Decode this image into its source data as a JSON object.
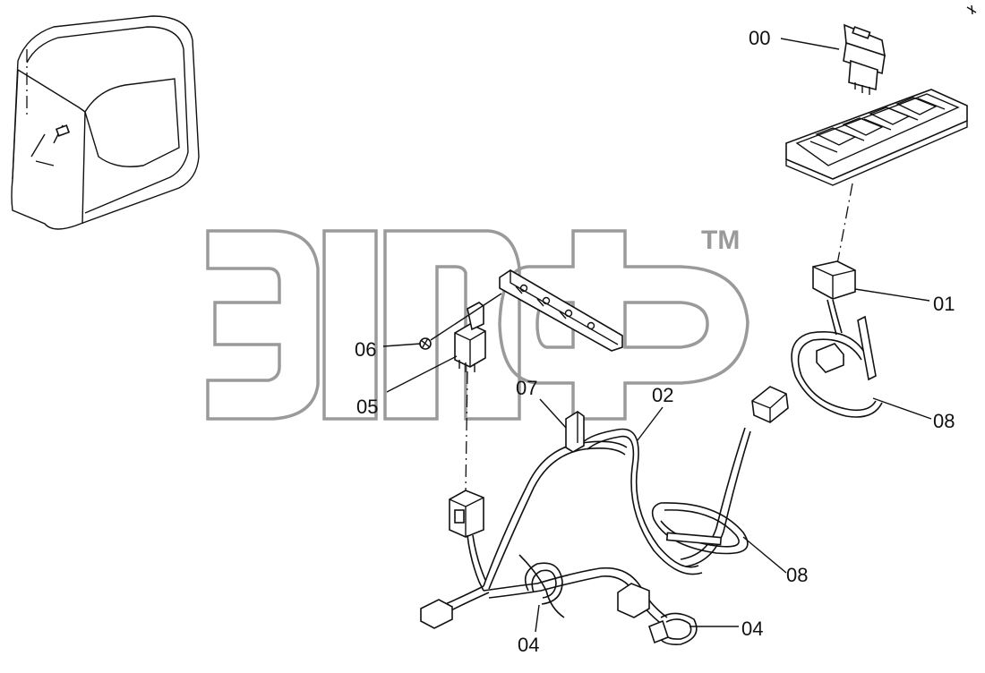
{
  "watermark": {
    "mark": "TM"
  },
  "callouts": [
    {
      "id": "switch",
      "text": "00"
    },
    {
      "id": "connector",
      "text": "01"
    },
    {
      "id": "harness",
      "text": "02"
    },
    {
      "id": "clip-left",
      "text": "04"
    },
    {
      "id": "clip-right",
      "text": "04"
    },
    {
      "id": "relay",
      "text": "05"
    },
    {
      "id": "nut",
      "text": "06"
    },
    {
      "id": "tie-clip",
      "text": "07"
    },
    {
      "id": "cable-tie-upper",
      "text": "08"
    },
    {
      "id": "cable-tie-lower",
      "text": "08"
    }
  ]
}
